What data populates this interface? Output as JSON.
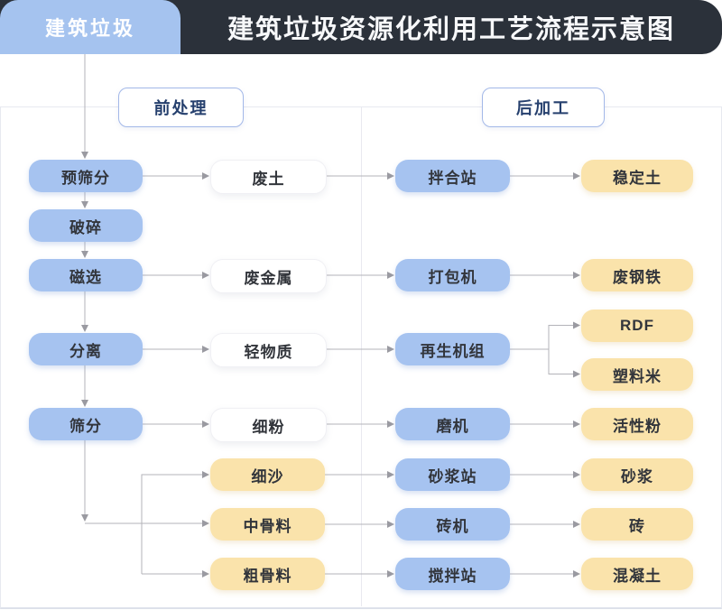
{
  "header": {
    "tab": "建筑垃圾",
    "title": "建筑垃圾资源化利用工艺流程示意图"
  },
  "sections": {
    "pre": "前处理",
    "post": "后加工"
  },
  "nodes": {
    "pre_screen": "预筛分",
    "crush": "破碎",
    "magnetic": "磁选",
    "separate": "分离",
    "screen": "筛分",
    "waste_soil": "废土",
    "waste_metal": "废金属",
    "light_material": "轻物质",
    "fine_powder": "细粉",
    "fine_sand": "细沙",
    "medium_aggregate": "中骨料",
    "coarse_aggregate": "粗骨料",
    "mixing_plant": "拌合站",
    "baler": "打包机",
    "regen_unit": "再生机组",
    "mill": "磨机",
    "mortar_plant": "砂浆站",
    "brick_machine": "砖机",
    "concrete_plant": "搅拌站",
    "stabilized_soil": "稳定土",
    "scrap_steel": "废钢铁",
    "rdf": "RDF",
    "plastic_pellets": "塑料米",
    "active_powder": "活性粉",
    "mortar": "砂浆",
    "brick": "砖",
    "concrete": "混凝土"
  },
  "colors": {
    "header_bg": "#2b313a",
    "tab_bg": "#a5c3ef",
    "node_blue": "#a6c3f0",
    "node_yellow": "#fae3ab",
    "node_white": "#ffffff",
    "connector_line": "#b3b3b9",
    "arrowhead": "#9a9aa1",
    "section_border": "#a3b8e8",
    "section_text": "#26406e"
  }
}
